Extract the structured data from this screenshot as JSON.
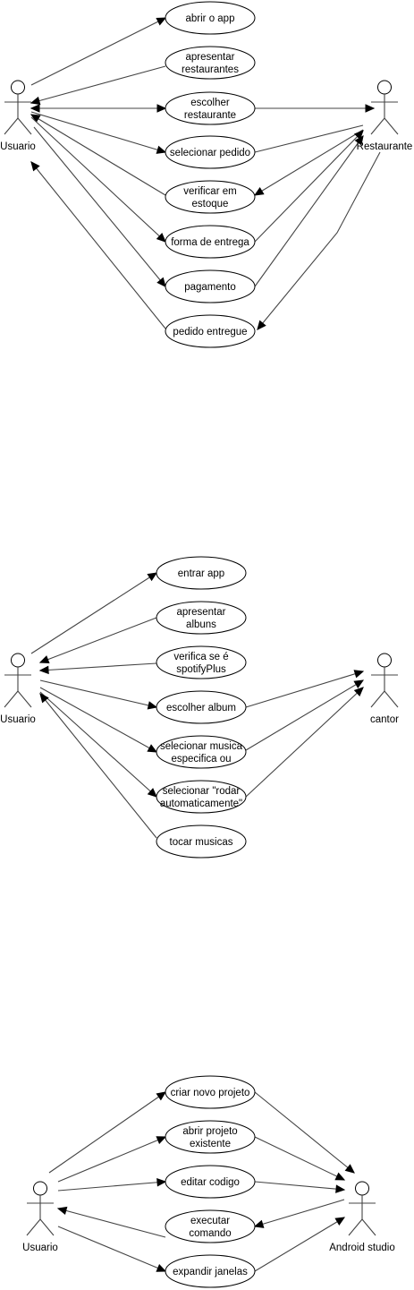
{
  "diagrams": [
    {
      "actors": [
        {
          "id": "usuario",
          "label": "Usuario"
        },
        {
          "id": "restaurante",
          "label": "Restaurante"
        }
      ],
      "use_cases": [
        {
          "id": "abrir",
          "lines": [
            "abrir o app"
          ]
        },
        {
          "id": "apresentar",
          "lines": [
            "apresentar",
            "restaurantes"
          ]
        },
        {
          "id": "escolher",
          "lines": [
            "escolher",
            "restaurante"
          ]
        },
        {
          "id": "selecionar",
          "lines": [
            "selecionar pedido"
          ]
        },
        {
          "id": "verificar",
          "lines": [
            "verificar em",
            "estoque"
          ]
        },
        {
          "id": "forma",
          "lines": [
            "forma de entrega"
          ]
        },
        {
          "id": "pagamento",
          "lines": [
            "pagamento"
          ]
        },
        {
          "id": "entregue",
          "lines": [
            "pedido entregue"
          ]
        }
      ]
    },
    {
      "actors": [
        {
          "id": "usuario",
          "label": "Usuario"
        },
        {
          "id": "cantor",
          "label": "cantor"
        }
      ],
      "use_cases": [
        {
          "id": "entrar",
          "lines": [
            "entrar app"
          ]
        },
        {
          "id": "albuns",
          "lines": [
            "apresentar",
            "albuns"
          ]
        },
        {
          "id": "verifica",
          "lines": [
            "verifica se é",
            "spotifyPlus"
          ]
        },
        {
          "id": "escolher",
          "lines": [
            "escolher album"
          ]
        },
        {
          "id": "musica",
          "lines": [
            "selecionar musica",
            "especifica ou"
          ]
        },
        {
          "id": "rodar",
          "lines": [
            "selecionar \"rodar",
            "automaticamente\""
          ]
        },
        {
          "id": "tocar",
          "lines": [
            "tocar musicas"
          ]
        }
      ]
    },
    {
      "actors": [
        {
          "id": "usuario",
          "label": "Usuario"
        },
        {
          "id": "android",
          "label": "Android studio"
        }
      ],
      "use_cases": [
        {
          "id": "criar",
          "lines": [
            "criar novo projeto"
          ]
        },
        {
          "id": "abrir",
          "lines": [
            "abrir projeto",
            "existente"
          ]
        },
        {
          "id": "editar",
          "lines": [
            "editar codigo"
          ]
        },
        {
          "id": "executar",
          "lines": [
            "executar",
            "comando"
          ]
        },
        {
          "id": "expandir",
          "lines": [
            "expandir janelas"
          ]
        }
      ]
    }
  ]
}
